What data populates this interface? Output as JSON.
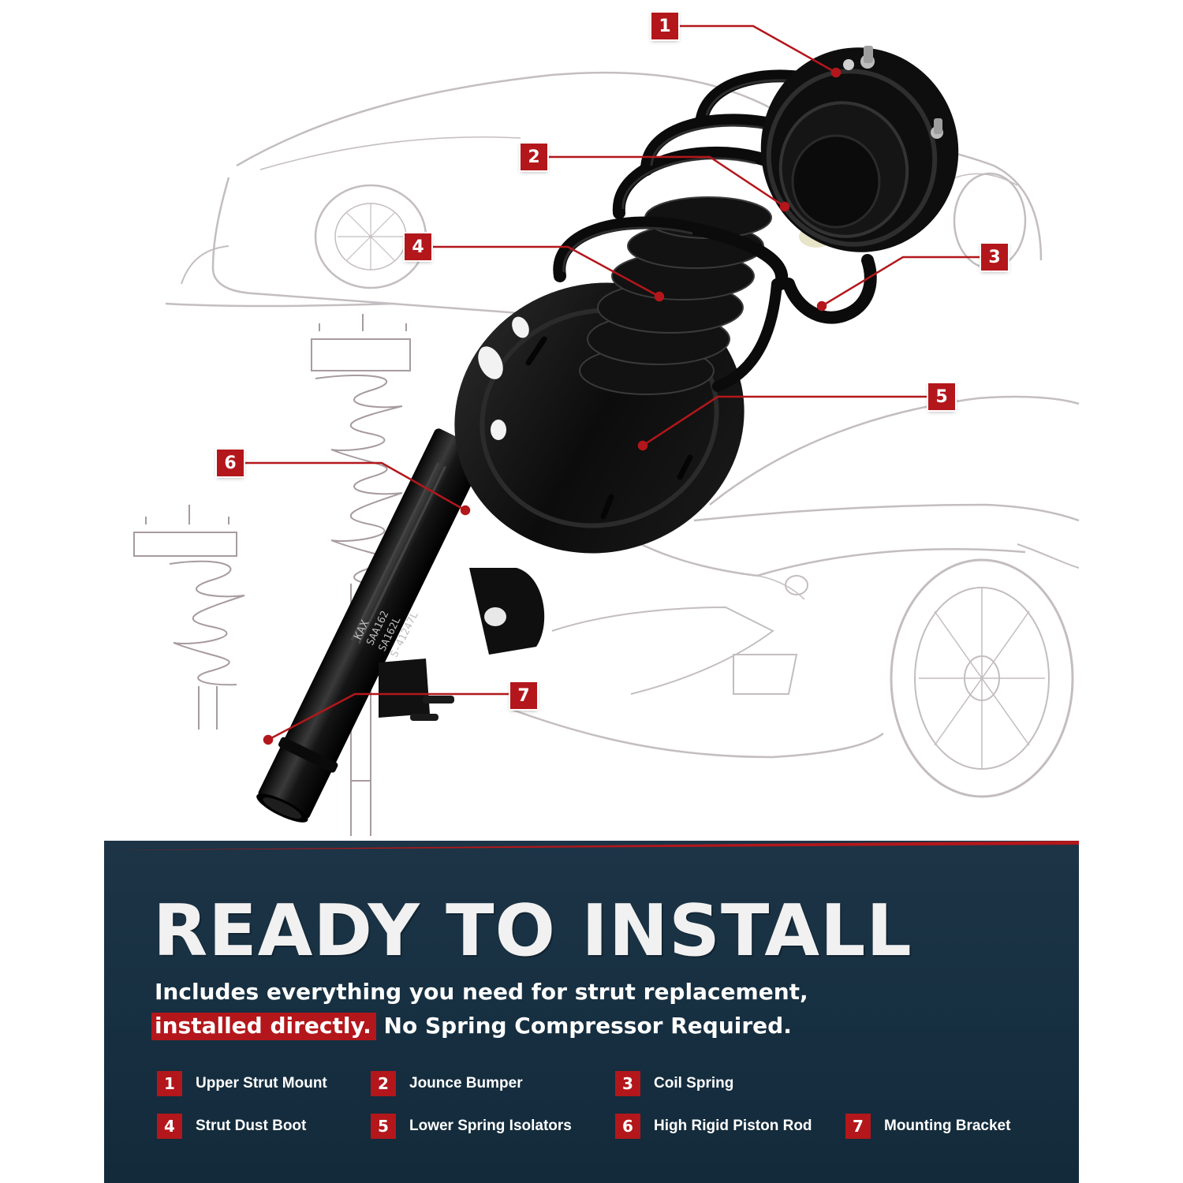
{
  "header": {
    "title": "READY TO INSTALL",
    "subtitle_line1": "Includes everything you need for strut replacement,",
    "subtitle_highlight": "installed directly.",
    "subtitle_line2_rest": " No Spring Compressor Required."
  },
  "strut_markings": {
    "line1": "KAX",
    "line2": "SAA162",
    "line3": "SA162L",
    "line4": "S-41247L"
  },
  "parts": [
    {
      "number": "1",
      "label": "Upper Strut Mount"
    },
    {
      "number": "2",
      "label": "Jounce Bumper"
    },
    {
      "number": "3",
      "label": "Coil Spring"
    },
    {
      "number": "4",
      "label": "Strut Dust Boot"
    },
    {
      "number": "5",
      "label": "Lower Spring Isolators"
    },
    {
      "number": "6",
      "label": "High Rigid Piston Rod"
    },
    {
      "number": "7",
      "label": "Mounting Bracket"
    }
  ],
  "colors": {
    "accent_red": "#b3171b",
    "panel_navy": "#173042",
    "sketch_gray": "#b5adb2",
    "strut_black": "#111111"
  }
}
